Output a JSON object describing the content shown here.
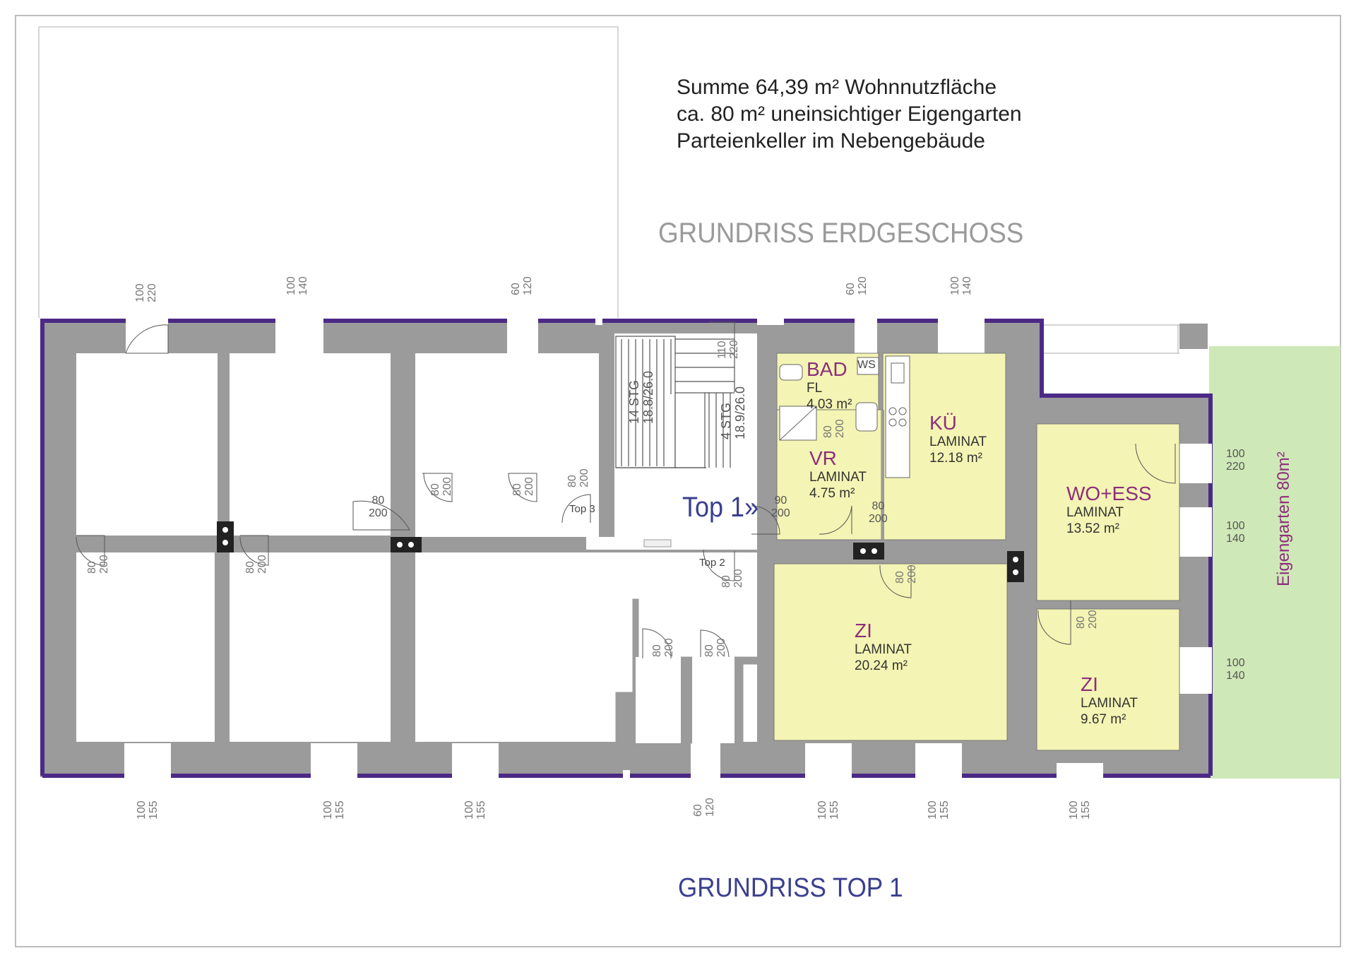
{
  "summary": {
    "line1": "Summe 64,39 m² Wohnnutzfläche",
    "line2": "ca. 80 m² uneinsichtiger Eigengarten",
    "line3": "Parteienkeller im Nebengebäude"
  },
  "titles": {
    "erdgeschoss": "GRUNDRISS ERDGESCHOSS",
    "top1": "GRUNDRISS TOP 1",
    "top1_marker": "Top 1»",
    "top2": "Top 2",
    "top3": "Top 3",
    "garden": "Eigengarten 80m²"
  },
  "rooms": {
    "bad": {
      "name": "BAD",
      "floor": "FL",
      "area": "4.03 m²"
    },
    "ws": "WS",
    "vr": {
      "name": "VR",
      "floor": "LAMINAT",
      "area": "4.75 m²"
    },
    "kue": {
      "name": "KÜ",
      "floor": "LAMINAT",
      "area": "12.18 m²"
    },
    "woess": {
      "name": "WO+ESS",
      "floor": "LAMINAT",
      "area": "13.52 m²"
    },
    "zi1": {
      "name": "ZI",
      "floor": "LAMINAT",
      "area": "20.24 m²"
    },
    "zi2": {
      "name": "ZI",
      "floor": "LAMINAT",
      "area": "9.67 m²"
    }
  },
  "stairs": {
    "stair1": "14 STG",
    "stair1_dim": "18.8/26.0",
    "stair2": "4 STG",
    "stair2_dim": "18.9/26.0"
  },
  "windows_top": [
    {
      "a": "100",
      "b": "220"
    },
    {
      "a": "100",
      "b": "140"
    },
    {
      "a": "60",
      "b": "120"
    },
    {
      "a": "60",
      "b": "120"
    },
    {
      "a": "100",
      "b": "140"
    }
  ],
  "windows_bottom": [
    {
      "a": "100",
      "b": "155"
    },
    {
      "a": "100",
      "b": "155"
    },
    {
      "a": "100",
      "b": "155"
    },
    {
      "a": "60",
      "b": "120"
    },
    {
      "a": "100",
      "b": "155"
    },
    {
      "a": "100",
      "b": "155"
    },
    {
      "a": "100",
      "b": "155"
    }
  ],
  "windows_right": [
    {
      "a": "100",
      "b": "220"
    },
    {
      "a": "100",
      "b": "140"
    },
    {
      "a": "100",
      "b": "140"
    }
  ],
  "doors": {
    "d1": {
      "a": "80",
      "b": "200"
    },
    "d2": {
      "a": "80",
      "b": "200"
    },
    "d3": {
      "a": "80",
      "b": "200"
    },
    "d4": {
      "a": "80",
      "b": "200"
    },
    "d5": {
      "a": "80",
      "b": "200"
    },
    "d6": {
      "a": "80",
      "b": "200"
    },
    "d7": {
      "a": "90",
      "b": "200"
    },
    "d8": {
      "a": "80",
      "b": "200"
    },
    "d9": {
      "a": "80",
      "b": "200"
    },
    "d10": {
      "a": "80",
      "b": "200"
    },
    "d11": {
      "a": "80",
      "b": "200"
    },
    "d12": {
      "a": "80",
      "b": "200"
    },
    "d13": {
      "a": "80",
      "b": "200"
    },
    "d14": {
      "a": "110",
      "b": "220"
    },
    "d15": {
      "a": "80",
      "b": "200"
    },
    "d16": {
      "a": "80",
      "b": "200"
    },
    "d17": {
      "a": "80",
      "b": "200"
    },
    "d18": {
      "a": "80",
      "b": "200"
    }
  },
  "colors": {
    "wall": "#9b9b9b",
    "outline": "#4b2a86",
    "room_fill": "#f4f4b4",
    "garden_fill": "#cfe8b8"
  }
}
